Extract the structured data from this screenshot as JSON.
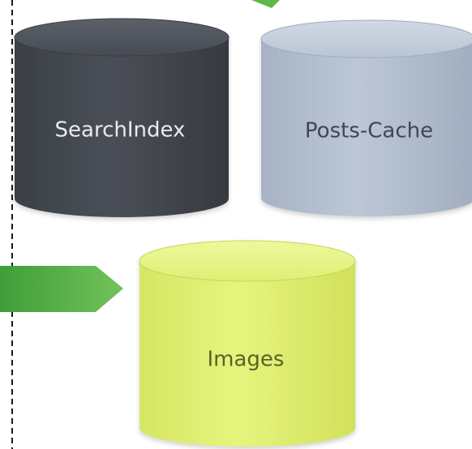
{
  "diagram": {
    "databases": [
      {
        "label": "SearchIndex",
        "color": "#454a52",
        "text_color": "#e9ecef"
      },
      {
        "label": "Posts-Cache",
        "color": "#b5c1d1",
        "text_color": "#3d4654"
      },
      {
        "label": "Images",
        "color": "#e2f176",
        "text_color": "#5b6127"
      }
    ],
    "arrow_color": "#5fb84a",
    "boundary_line": "dashed"
  }
}
